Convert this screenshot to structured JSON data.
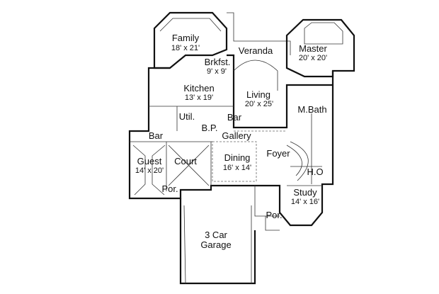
{
  "rooms": {
    "family": {
      "name": "Family",
      "size": "18' x 21'"
    },
    "veranda": {
      "name": "Veranda"
    },
    "master": {
      "name": "Master",
      "size": "20' x 20'"
    },
    "brkfst": {
      "name": "Brkfst.",
      "size": "9' x 9'"
    },
    "kitchen": {
      "name": "Kitchen",
      "size": "13' x 19'"
    },
    "living": {
      "name": "Living",
      "size": "20' x 25'"
    },
    "mbath": {
      "name": "M.Bath"
    },
    "util": {
      "name": "Util."
    },
    "bar1": {
      "name": "Bar"
    },
    "bp": {
      "name": "B.P."
    },
    "gallery": {
      "name": "Gallery"
    },
    "bar2": {
      "name": "Bar"
    },
    "guest": {
      "name": "Guest",
      "size": "14' x 20'"
    },
    "court": {
      "name": "Court"
    },
    "dining": {
      "name": "Dining",
      "size": "16' x 14'"
    },
    "foyer": {
      "name": "Foyer"
    },
    "ho": {
      "name": "H.O"
    },
    "por1": {
      "name": "Por."
    },
    "study": {
      "name": "Study",
      "size": "14' x 16'"
    },
    "por2": {
      "name": "Por."
    },
    "garage": {
      "name": "3 Car",
      "name2": "Garage"
    }
  }
}
